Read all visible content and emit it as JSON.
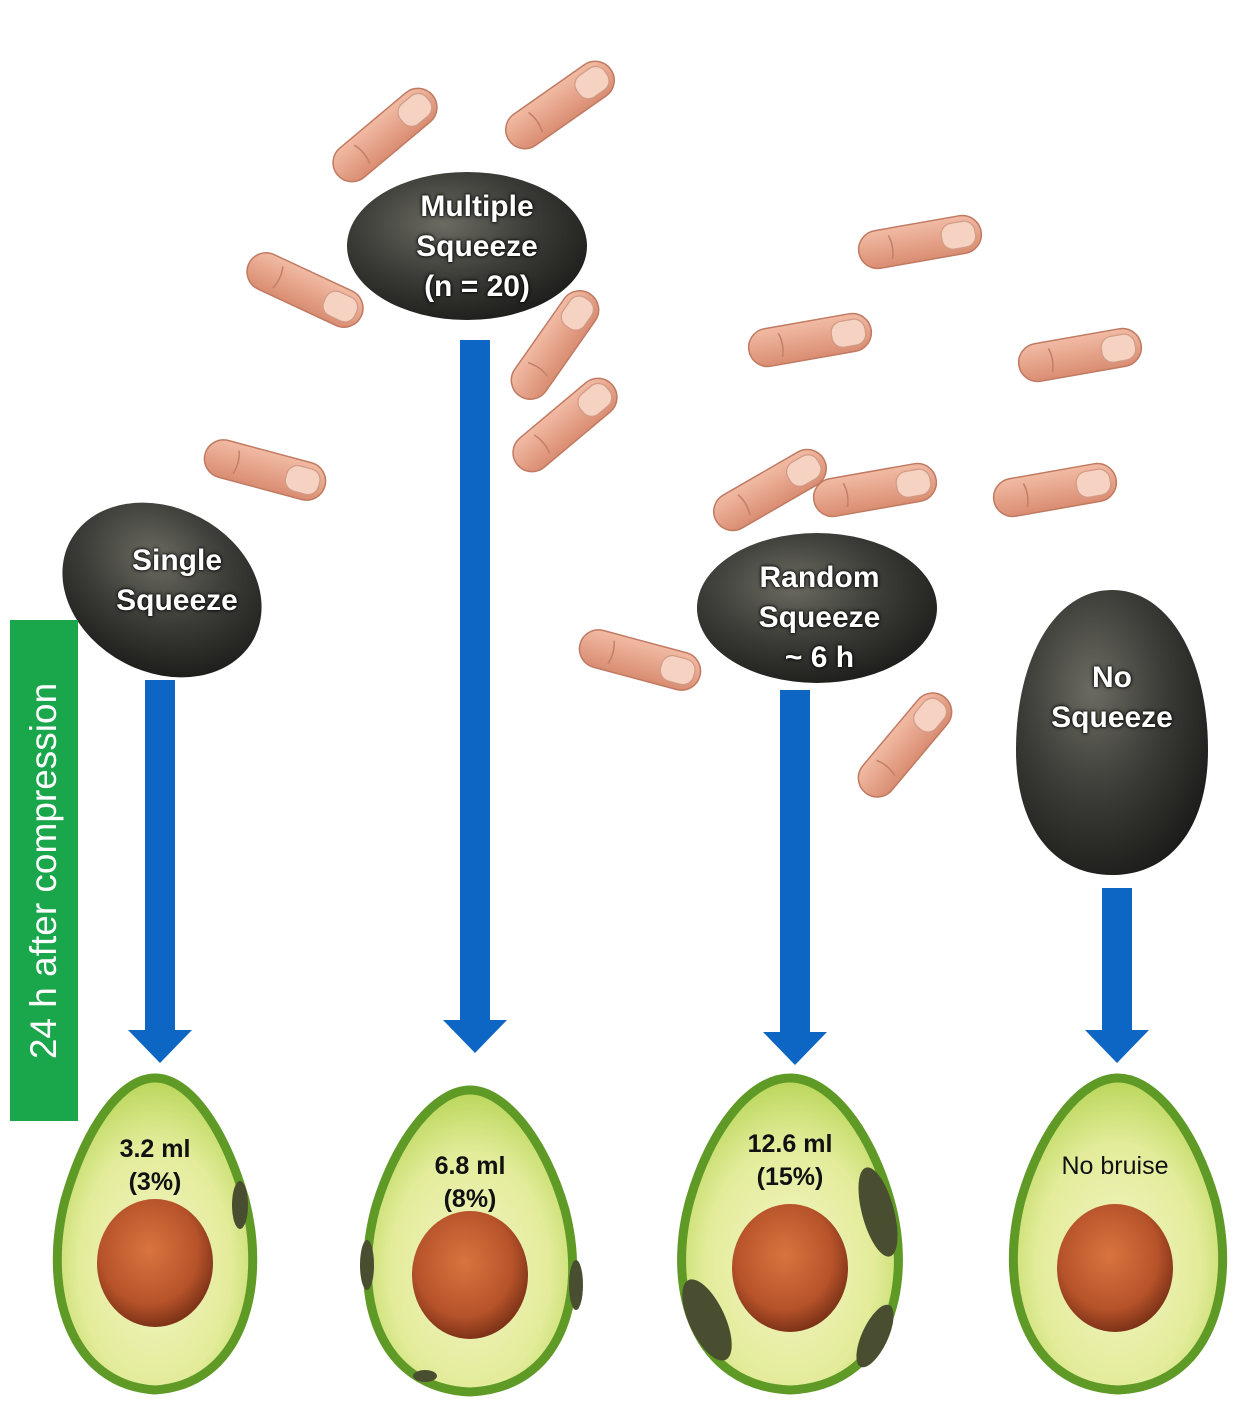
{
  "side_label": "24 h after compression",
  "colors": {
    "arrow": "#0e66c4",
    "side_label_bg": "#1aa64a",
    "avocado_skin": "#3a3a36",
    "avocado_flesh": "#e3ec9a",
    "avocado_rind": "#5f9a26",
    "seed": "#b7532a",
    "bruise": "#4a4e30",
    "finger": "#e8a88e"
  },
  "treatments": [
    {
      "id": "single",
      "label_lines": [
        "Single",
        "Squeeze"
      ],
      "result_lines": [
        "3.2 ml",
        "(3%)"
      ]
    },
    {
      "id": "multiple",
      "label_lines": [
        "Multiple",
        "Squeeze",
        "(n = 20)"
      ],
      "result_lines": [
        "6.8 ml",
        "(8%)"
      ]
    },
    {
      "id": "random",
      "label_lines": [
        "Random",
        "Squeeze",
        "~ 6 h"
      ],
      "result_lines": [
        "12.6 ml",
        "(15%)"
      ]
    },
    {
      "id": "none",
      "label_lines": [
        "No",
        "Squeeze"
      ],
      "result_lines": [
        "No bruise"
      ]
    }
  ]
}
